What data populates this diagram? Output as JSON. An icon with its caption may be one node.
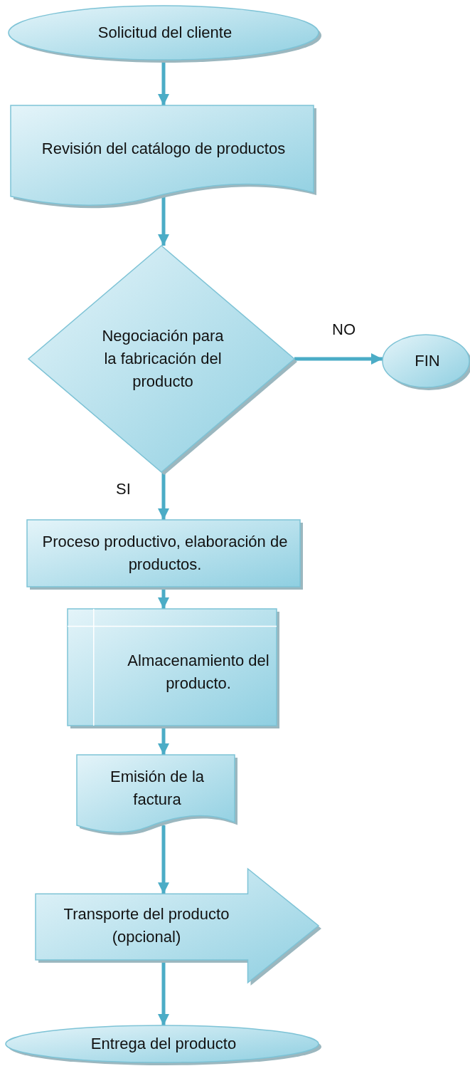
{
  "diagram": {
    "nodes": [
      {
        "text": [
          "Solicitud del cliente"
        ]
      },
      {
        "text": [
          "Revisión del catálogo de productos"
        ]
      },
      {
        "text": [
          "Negociación para la fabricación del producto"
        ]
      },
      {
        "text": [
          "FIN"
        ]
      },
      {
        "text": [
          "Proceso productivo, elaboración de productos."
        ]
      },
      {
        "text": [
          "Almacenamiento del producto."
        ]
      },
      {
        "text": [
          "Emisión de la factura"
        ]
      },
      {
        "text": [
          "Transporte del producto (opcional)"
        ]
      },
      {
        "text": [
          "Entrega del producto"
        ]
      }
    ],
    "edges": [
      {
        "from": 0,
        "to": 1,
        "arrow": "to"
      },
      {
        "from": 1,
        "to": 2,
        "arrow": "to"
      },
      {
        "from": 2,
        "to": 3,
        "arrow": "to",
        "label": "NO"
      },
      {
        "from": 2,
        "to": 4,
        "arrow": "to",
        "label": "SI"
      },
      {
        "from": 4,
        "to": 5,
        "arrow": "to"
      },
      {
        "from": 5,
        "to": 6,
        "arrow": "to"
      },
      {
        "from": 6,
        "to": 7,
        "arrow": "to"
      },
      {
        "from": 7,
        "to": 8,
        "arrow": "to"
      }
    ]
  }
}
